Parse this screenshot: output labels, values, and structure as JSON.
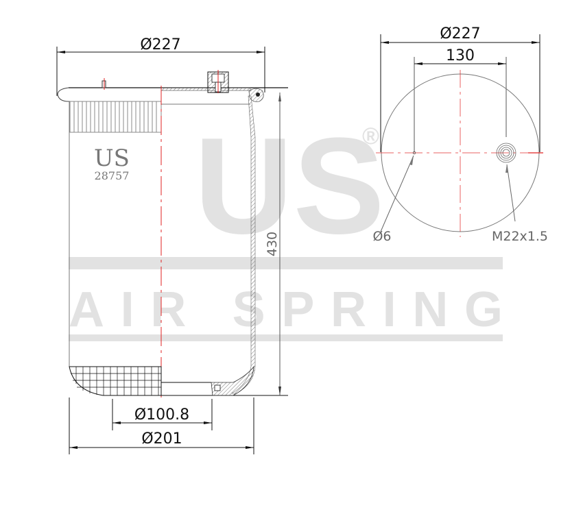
{
  "watermark": {
    "brand": "US",
    "registered_mark": "®",
    "tagline": "AIR SPRING",
    "color": "#e2e2e2"
  },
  "side_view": {
    "label_brand": "US",
    "label_part_number": "28757",
    "dimensions": {
      "top_diameter": "Ø227",
      "height": "430",
      "piston_inner_diameter": "Ø100.8",
      "piston_outer_diameter": "Ø201"
    }
  },
  "top_view": {
    "dimensions": {
      "plate_diameter": "Ø227",
      "bolt_spacing": "130",
      "pin_hole": "Ø6",
      "air_fitting_thread": "M22x1.5"
    }
  },
  "colors": {
    "line": "#111111",
    "centerline": "#e02020",
    "hatch": "#888888"
  }
}
